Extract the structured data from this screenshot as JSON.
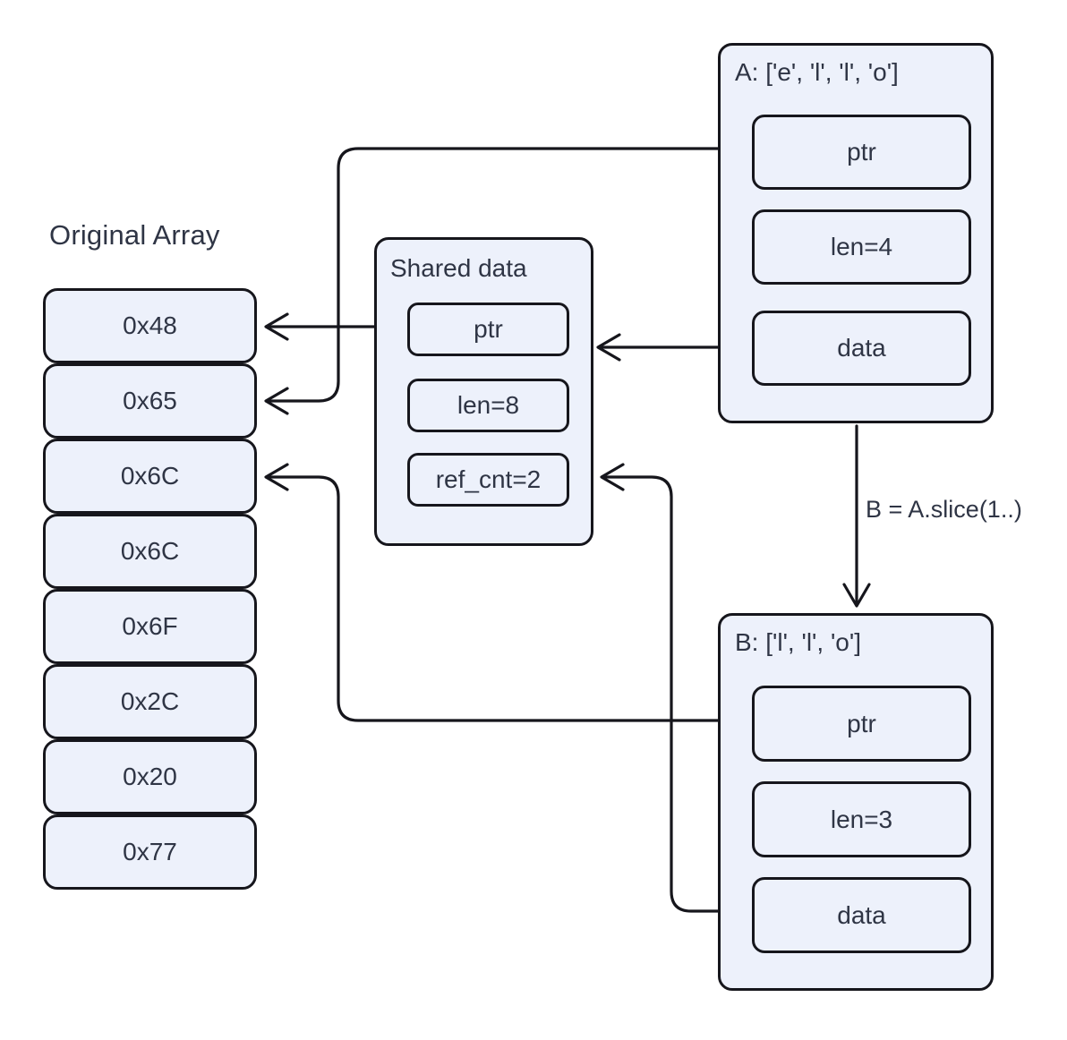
{
  "colors": {
    "fill": "#edf1fb",
    "stroke": "#16161c",
    "text": "#2f3545"
  },
  "diagram": {
    "original_array": {
      "title": "Original Array",
      "cells": [
        "0x48",
        "0x65",
        "0x6C",
        "0x6C",
        "0x6F",
        "0x2C",
        "0x20",
        "0x77"
      ]
    },
    "shared": {
      "title": "Shared data",
      "fields": [
        "ptr",
        "len=8",
        "ref_cnt=2"
      ]
    },
    "node_a": {
      "title": "A: ['e', 'l', 'l', 'o']",
      "fields": [
        "ptr",
        "len=4",
        "data"
      ]
    },
    "node_b": {
      "title": "B: ['l', 'l', 'o']",
      "fields": [
        "ptr",
        "len=3",
        "data"
      ]
    },
    "edge_label": "B = A.slice(1..)"
  }
}
